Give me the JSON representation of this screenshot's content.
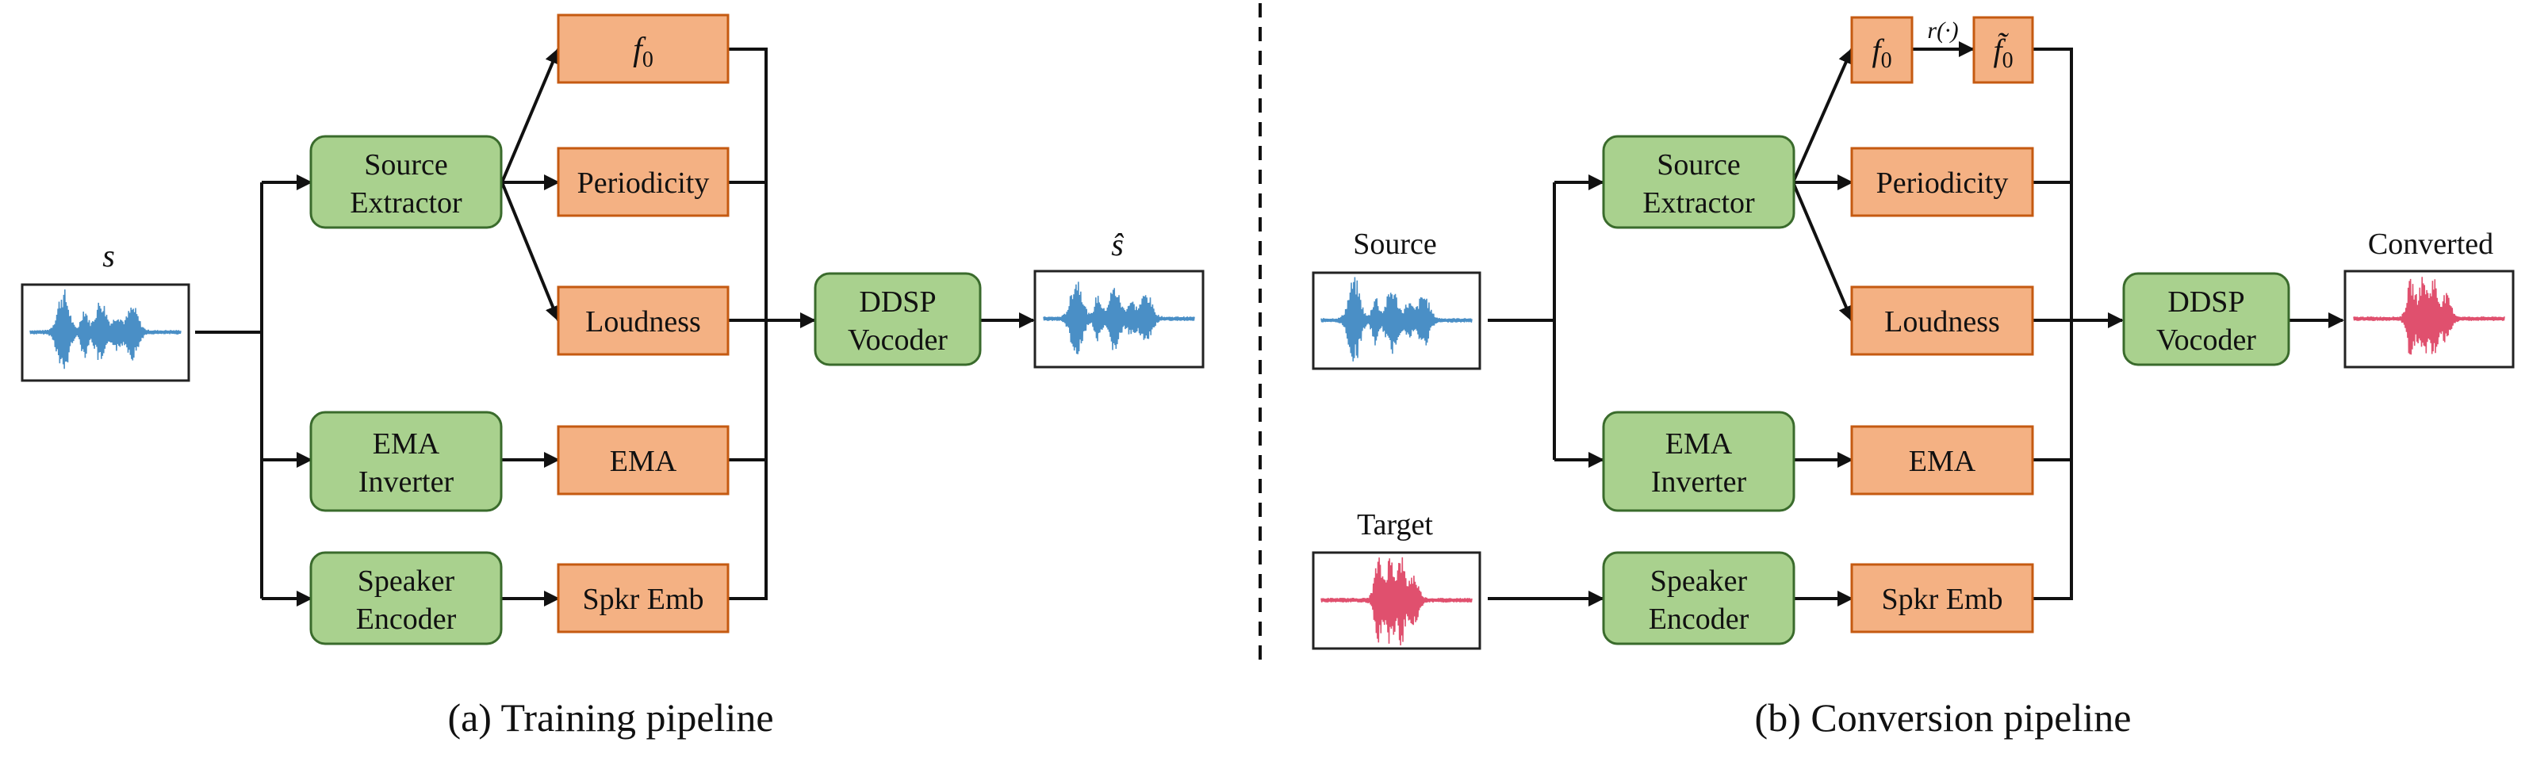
{
  "training": {
    "caption": "(a) Training pipeline",
    "input_label": "s",
    "output_label": "ŝ",
    "source_extractor": [
      "Source",
      "Extractor"
    ],
    "ema_inverter": [
      "EMA",
      "Inverter"
    ],
    "speaker_encoder": [
      "Speaker",
      "Encoder"
    ],
    "f0_symbol": "f",
    "f0_subscript": "0",
    "periodicity": "Periodicity",
    "loudness": "Loudness",
    "ema": "EMA",
    "spkr_emb": "Spkr Emb",
    "vocoder": [
      "DDSP",
      "Vocoder"
    ]
  },
  "conversion": {
    "caption": "(b) Conversion pipeline",
    "source_label": "Source",
    "target_label": "Target",
    "output_label": "Converted",
    "source_extractor": [
      "Source",
      "Extractor"
    ],
    "ema_inverter": [
      "EMA",
      "Inverter"
    ],
    "speaker_encoder": [
      "Speaker",
      "Encoder"
    ],
    "f0_symbol": "f",
    "f0_subscript": "0",
    "f0_mod_symbol": "f̃",
    "f0_mod_subscript": "0",
    "transform_label": "r(·)",
    "periodicity": "Periodicity",
    "loudness": "Loudness",
    "ema": "EMA",
    "spkr_emb": "Spkr Emb",
    "vocoder": [
      "DDSP",
      "Vocoder"
    ]
  },
  "colors": {
    "module_fill": "#a9d18e",
    "feature_fill": "#f4b183",
    "waveform_source": "#4a8fc6",
    "waveform_target": "#e0506e"
  },
  "icons": [
    "waveform-icon"
  ]
}
